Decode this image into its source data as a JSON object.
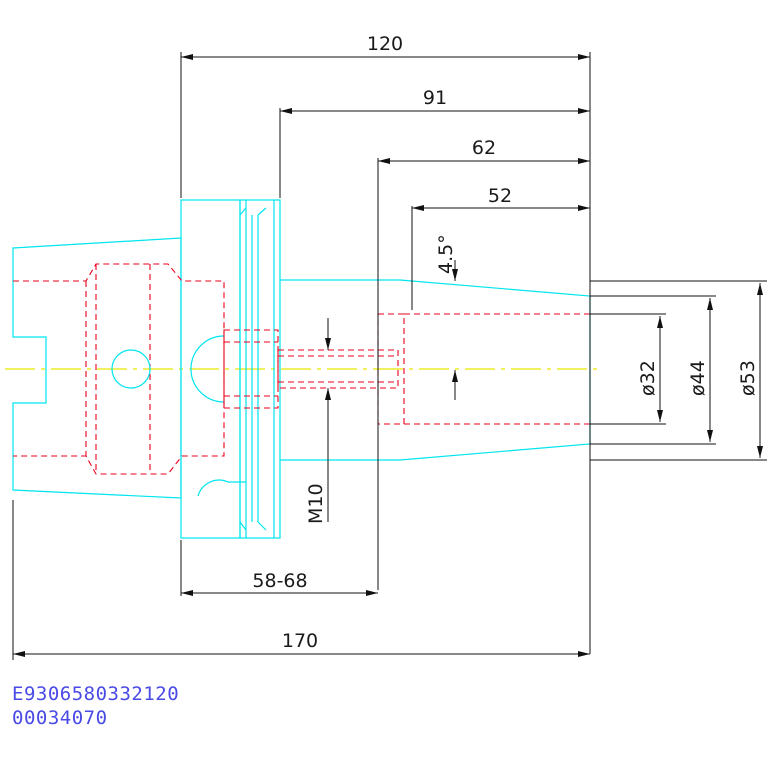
{
  "colors": {
    "outline": "#00e5ee",
    "hidden": "#e8001c",
    "centerline": "#e6e600",
    "dimension": "#111111",
    "code_text": "#4a4ae6"
  },
  "dimensions": {
    "overall_top": "120",
    "d91": "91",
    "d62": "62",
    "d52": "52",
    "angle": "4.5°",
    "dia32": "ø32",
    "dia44": "ø44",
    "dia53": "ø53",
    "thread": "M10",
    "range": "58-68",
    "overall_bottom": "170"
  },
  "codes": {
    "part_number": "E9306580332120",
    "ref_number": "00034070"
  }
}
